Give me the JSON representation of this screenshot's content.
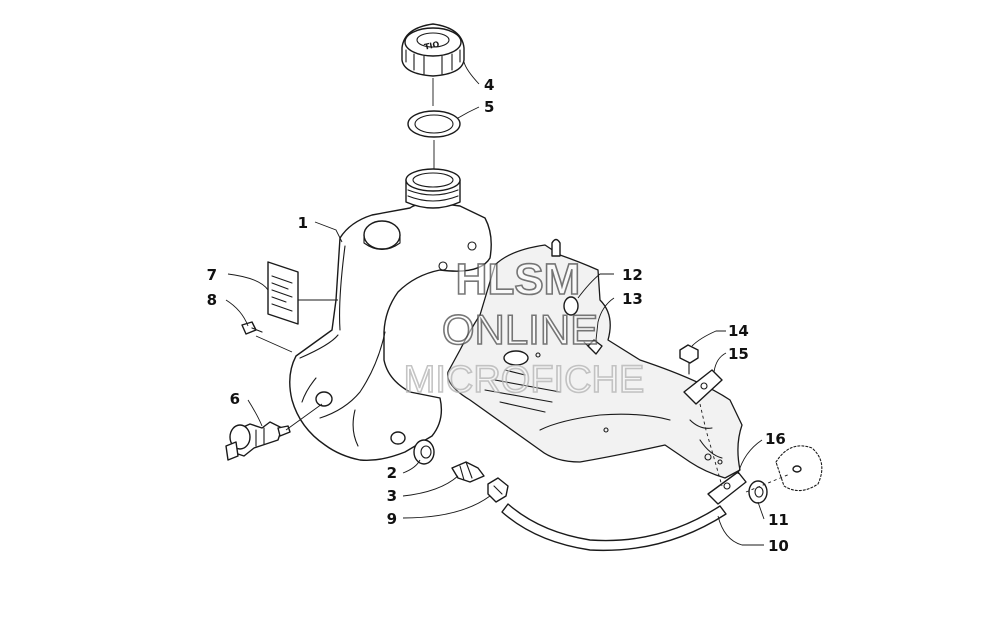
{
  "diagram": {
    "callouts": [
      {
        "id": "1",
        "label": "1",
        "part": "gas-tank"
      },
      {
        "id": "2",
        "label": "2",
        "part": "grommet"
      },
      {
        "id": "3",
        "label": "3",
        "part": "fuel-fitting"
      },
      {
        "id": "4",
        "label": "4",
        "part": "gas-cap"
      },
      {
        "id": "5",
        "label": "5",
        "part": "o-ring"
      },
      {
        "id": "6",
        "label": "6",
        "part": "fuel-valve"
      },
      {
        "id": "7",
        "label": "7",
        "part": "decal"
      },
      {
        "id": "8",
        "label": "8",
        "part": "screw"
      },
      {
        "id": "9",
        "label": "9",
        "part": "hose-clamp"
      },
      {
        "id": "10",
        "label": "10",
        "part": "fuel-hose"
      },
      {
        "id": "11",
        "label": "11",
        "part": "grommet"
      },
      {
        "id": "12",
        "label": "12",
        "part": "tank-shield"
      },
      {
        "id": "13",
        "label": "13",
        "part": "machine-screw"
      },
      {
        "id": "14",
        "label": "14",
        "part": "cap-screw"
      },
      {
        "id": "15",
        "label": "15",
        "part": "bracket"
      },
      {
        "id": "16",
        "label": "16",
        "part": "bracket"
      }
    ],
    "cap_text": "TIO"
  },
  "watermark": {
    "line1": "HLSM",
    "line2": "ONLINE",
    "line3": "MICROFICHE"
  },
  "colors": {
    "line": "#1a1a1a",
    "background": "#ffffff",
    "watermark_outline": "#4a4a4a"
  }
}
